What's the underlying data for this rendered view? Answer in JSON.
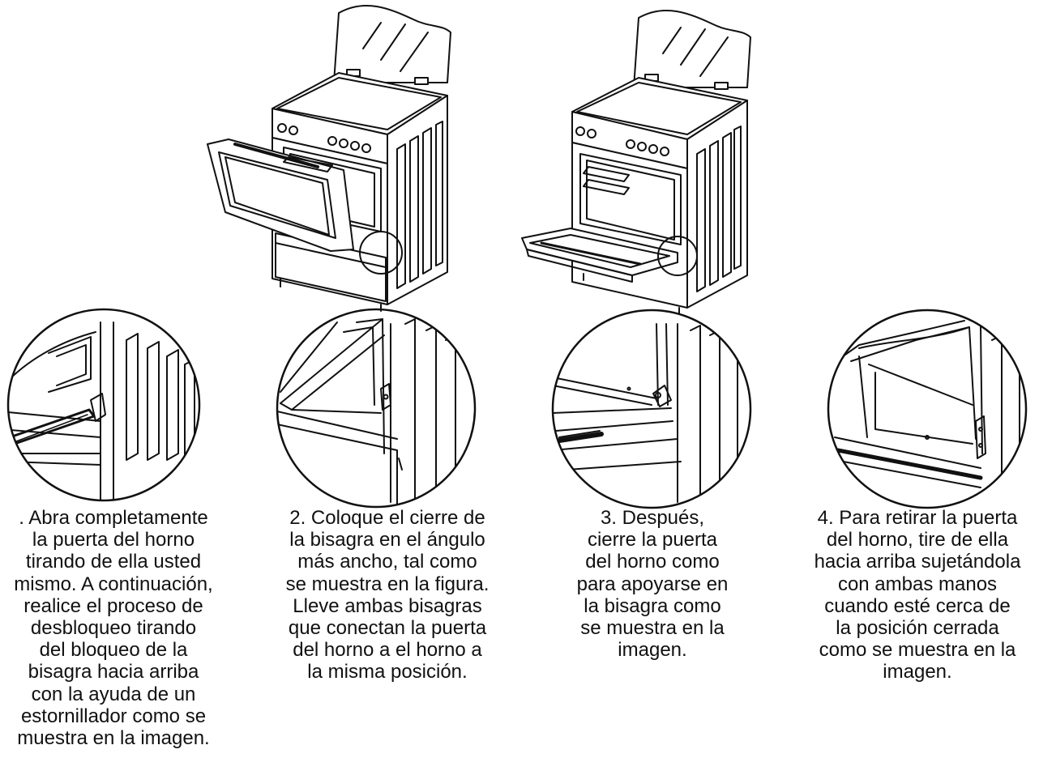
{
  "colors": {
    "ink": "#111111",
    "background": "#ffffff"
  },
  "steps": [
    {
      "text": ". Abra completamente\nla puerta del horno\ntirando de ella usted\nmismo. A continuación,\nrealice el proceso de\ndesbloqueo tirando\ndel bloqueo de la\nbisagra hacia arriba\ncon la ayuda de un\nestornillador como se\nmuestra en la imagen."
    },
    {
      "text": "2. Coloque el cierre de\nla bisagra en el ángulo\nmás ancho, tal como\nse muestra en la figura.\nLleve ambas bisagras\nque conectan la puerta\ndel horno a el horno a\nla misma posición."
    },
    {
      "text": "3. Después,\ncierre la puerta\ndel horno como\npara apoyarse en\nla bisagra como\nse muestra en la\nimagen."
    },
    {
      "text": "4. Para retirar la puerta\ndel horno, tire de ella\nhacia arriba sujetándola\ncon ambas manos\ncuando esté cerca de\nla posición cerrada\ncomo se muestra en la\nimagen."
    }
  ]
}
